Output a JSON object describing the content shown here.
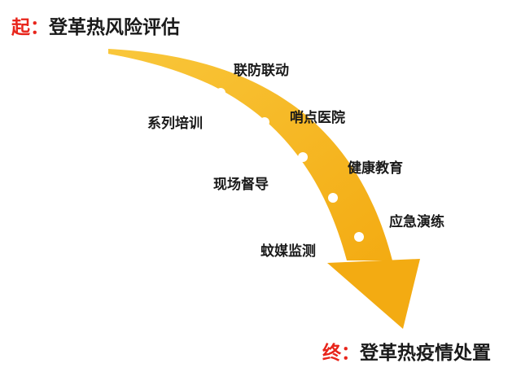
{
  "start": {
    "marker": "起：",
    "label": "登革热风险评估"
  },
  "end": {
    "marker": "终：",
    "label": "登革热疫情处置"
  },
  "steps": [
    "联防联动",
    "系列培训",
    "哨点医院",
    "健康教育",
    "现场督导",
    "应急演练",
    "蚊媒监测"
  ],
  "colors": {
    "arrow": "#f5b41e",
    "marker_text": "#e8251b",
    "label_text": "#1a1a1a",
    "milestone_dot": "#ffffff"
  }
}
